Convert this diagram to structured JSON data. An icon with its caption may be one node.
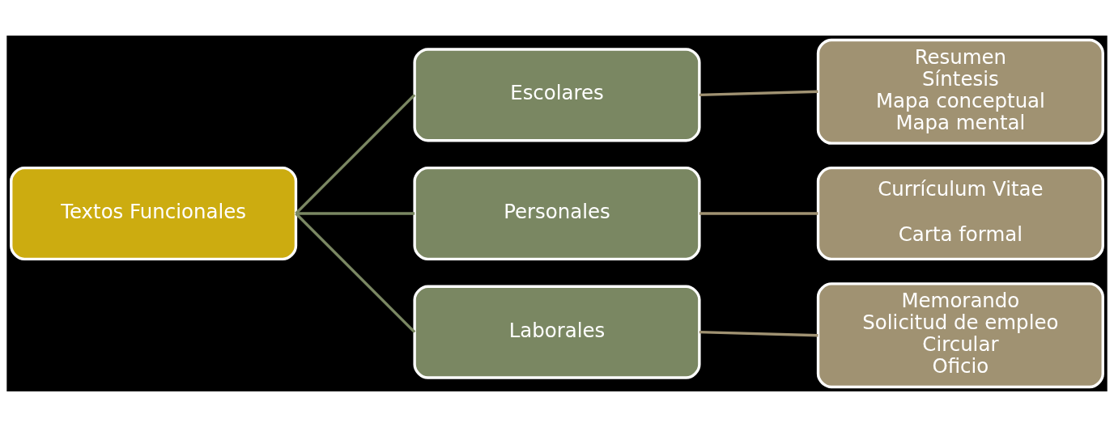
{
  "diagram": {
    "nodes": [
      {
        "text": [
          "Textos Funcionales"
        ]
      },
      {
        "text": [
          "Escolares"
        ]
      },
      {
        "text": [
          "Personales"
        ]
      },
      {
        "text": [
          "Laborales"
        ]
      },
      {
        "text": [
          "Resumen",
          "Síntesis",
          "Mapa conceptual",
          "Mapa mental"
        ]
      },
      {
        "text": [
          "Currículum Vitae",
          "Carta formal"
        ]
      },
      {
        "text": [
          "Memorando",
          "Solicitud de empleo",
          "Circular",
          "Oficio"
        ]
      }
    ],
    "edges": [
      {
        "from": 0,
        "to": 1,
        "arrow": "none"
      },
      {
        "from": 0,
        "to": 2,
        "arrow": "none"
      },
      {
        "from": 0,
        "to": 3,
        "arrow": "none"
      },
      {
        "from": 1,
        "to": 4,
        "arrow": "none",
        "color": "#a09272"
      },
      {
        "from": 2,
        "to": 5,
        "arrow": "none",
        "color": "#a09272"
      },
      {
        "from": 3,
        "to": 6,
        "arrow": "none",
        "color": "#a09272"
      }
    ]
  }
}
